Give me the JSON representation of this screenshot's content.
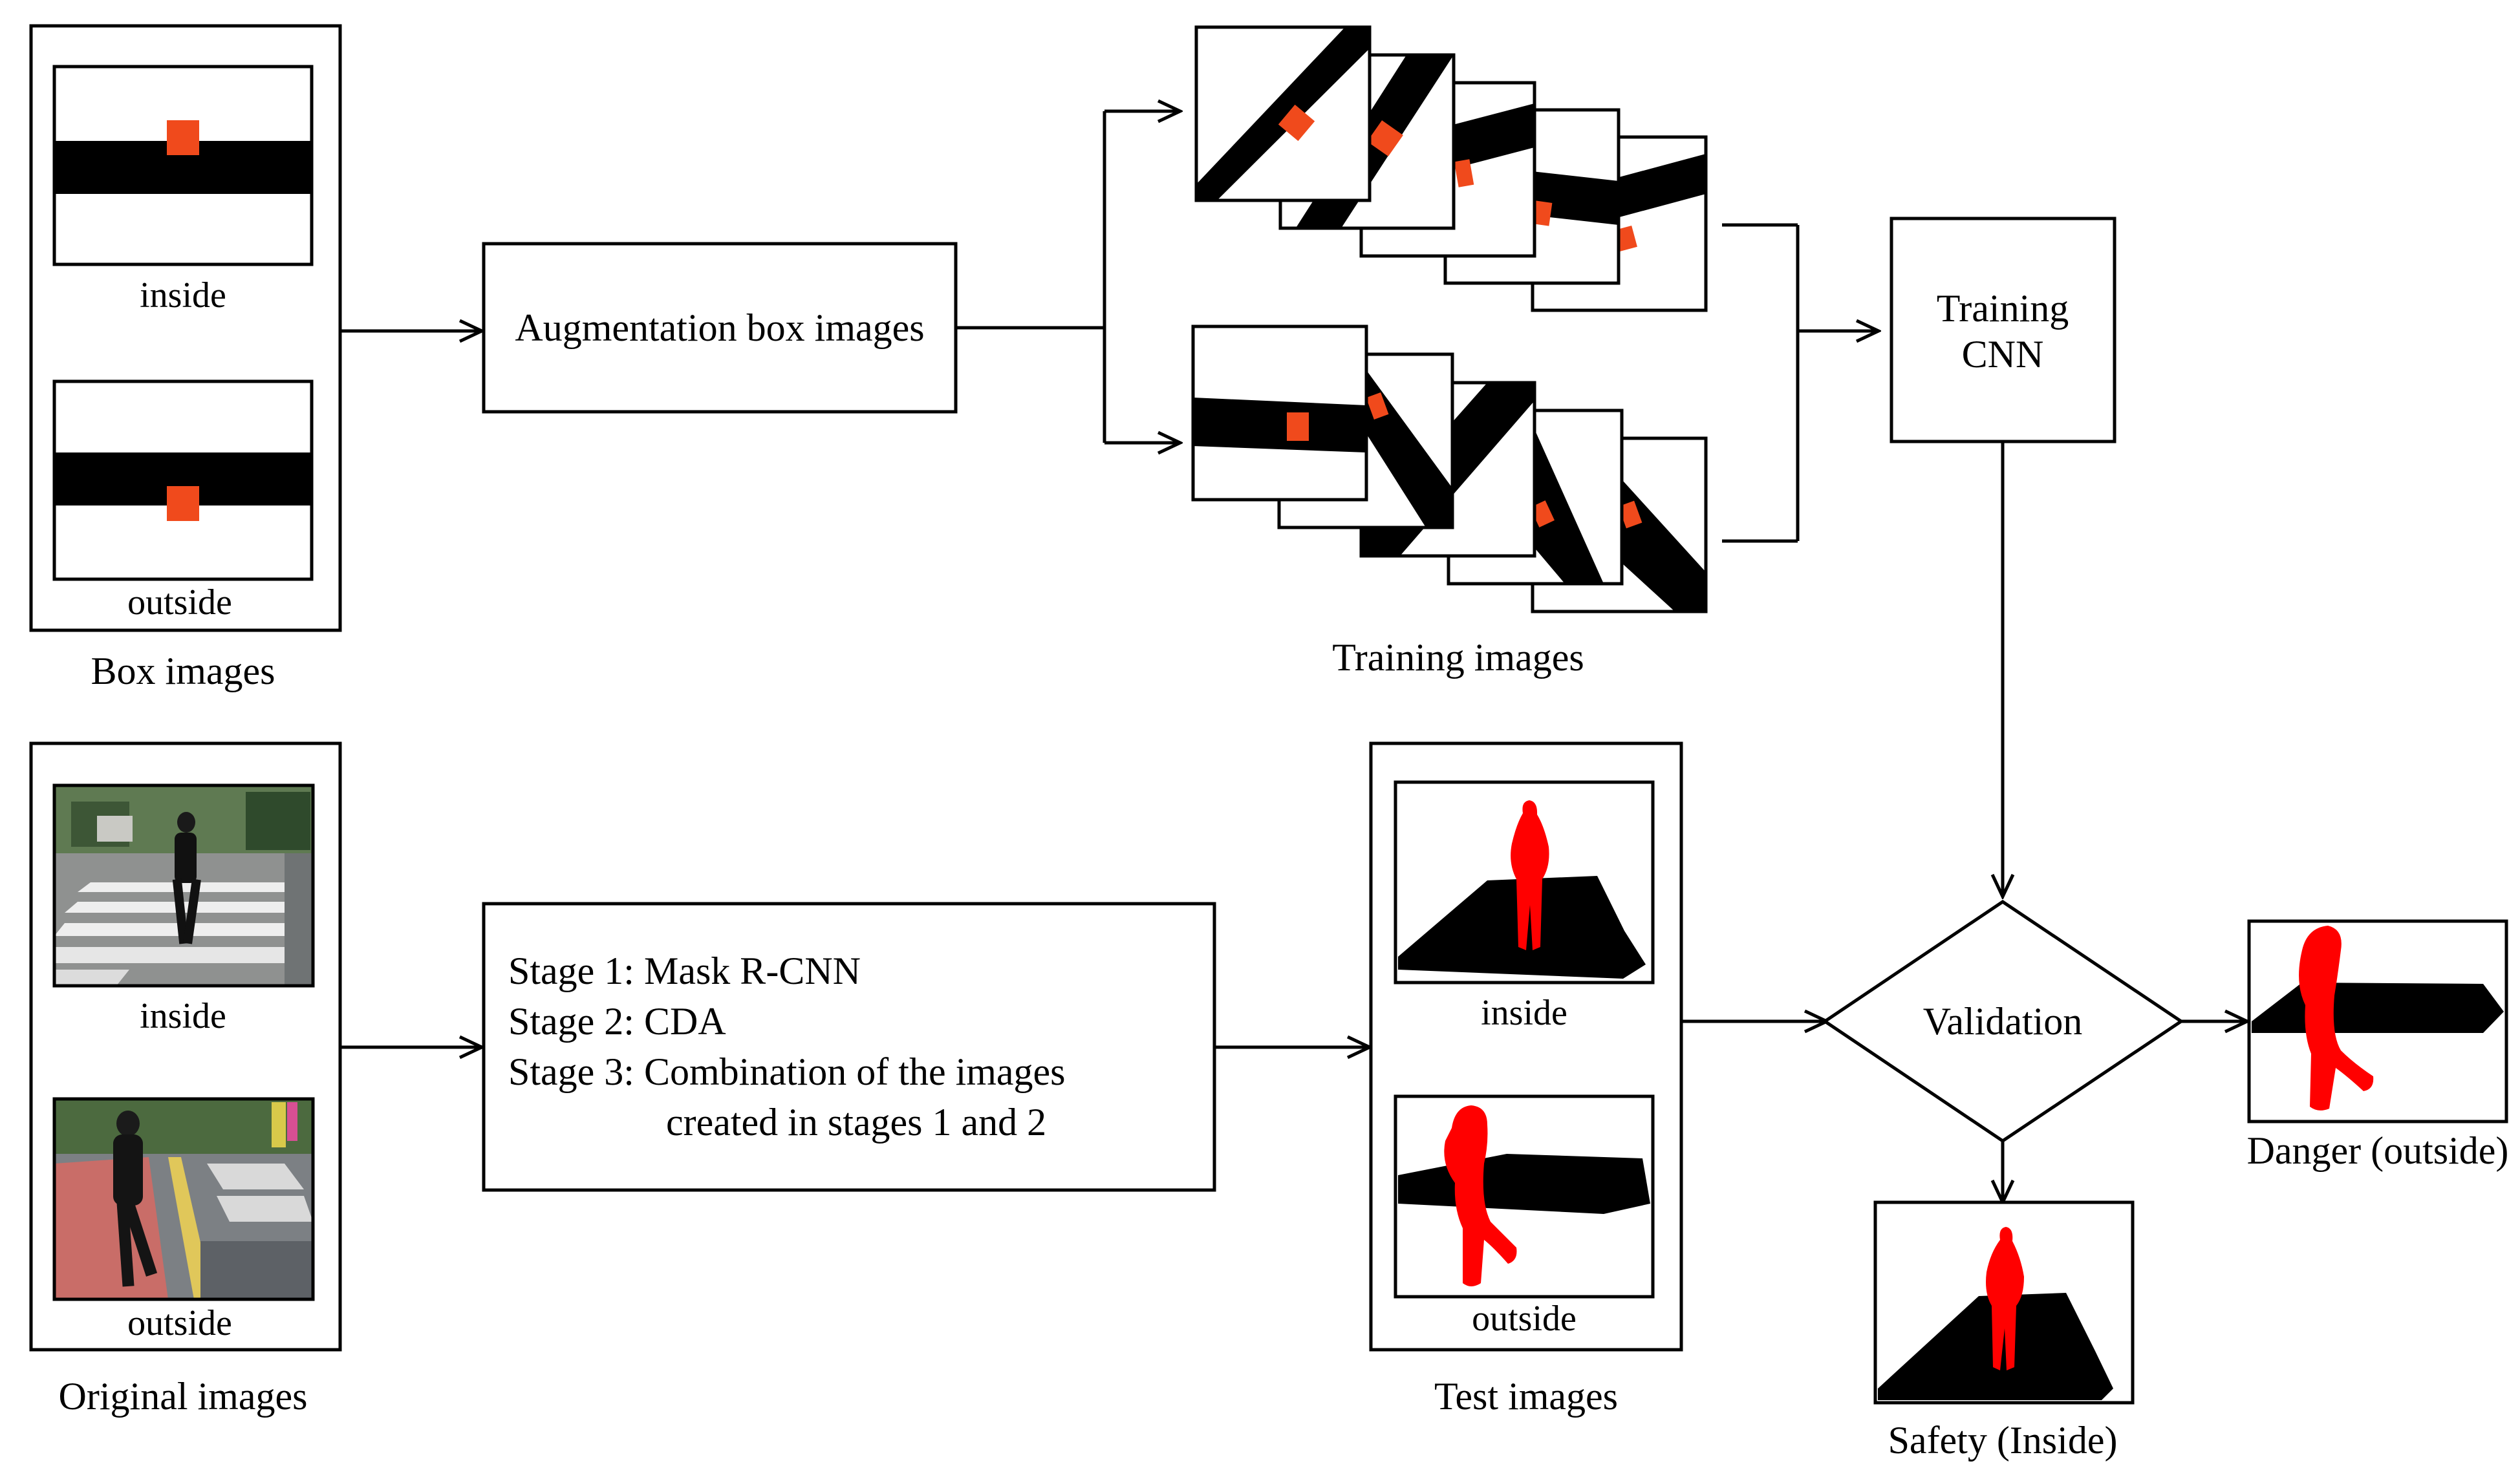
{
  "box_images": {
    "caption": "Box images",
    "inside_label": "inside",
    "outside_label": "outside"
  },
  "augmentation": {
    "label": "Augmentation box images"
  },
  "training_images": {
    "caption": "Training images"
  },
  "training_cnn": {
    "line1": "Training",
    "line2": "CNN"
  },
  "original_images": {
    "caption": "Original images",
    "inside_label": "inside",
    "outside_label": "outside"
  },
  "stages": {
    "stage1": "Stage 1: Mask R-CNN",
    "stage2": "Stage 2: CDA",
    "stage3": "Stage 3: Combination of the images",
    "stage3_cont": "created in stages 1 and 2"
  },
  "test_images": {
    "caption": "Test images",
    "inside_label": "inside",
    "outside_label": "outside"
  },
  "validation": {
    "label": "Validation"
  },
  "outcomes": {
    "danger": "Danger (outside)",
    "safety": "Safety (Inside)"
  },
  "colors": {
    "marker": "#f04a1c",
    "person": "#ff0000",
    "road": "#000000"
  }
}
